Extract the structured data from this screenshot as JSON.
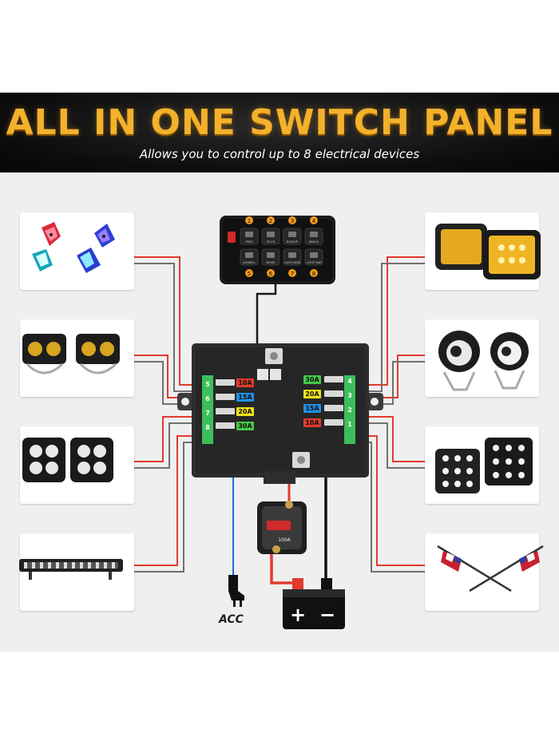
{
  "banner": {
    "title": "ALL IN ONE SWITCH PANEL",
    "subtitle": "Allows you to control up to 8 electrical devices"
  },
  "switch_panel": {
    "top_numbers": [
      "1",
      "2",
      "3",
      "4"
    ],
    "bottom_numbers": [
      "5",
      "6",
      "7",
      "8"
    ],
    "button_labels": [
      "PASS",
      "ROCK",
      "BACKUP",
      "WINCH",
      "LIV/WELL",
      "WORK",
      "LIGHT/HIDE",
      "LIGHT BAR"
    ]
  },
  "fuse_box": {
    "left_fuses": [
      {
        "slot": "5",
        "rating": "10A",
        "color": "#e23a2e"
      },
      {
        "slot": "6",
        "rating": "15A",
        "color": "#1f8fe0"
      },
      {
        "slot": "7",
        "rating": "20A",
        "color": "#f2e21c"
      },
      {
        "slot": "8",
        "rating": "30A",
        "color": "#46c74b"
      }
    ],
    "right_fuses": [
      {
        "slot": "4",
        "rating": "30A",
        "color": "#46c74b"
      },
      {
        "slot": "3",
        "rating": "20A",
        "color": "#f2e21c"
      },
      {
        "slot": "2",
        "rating": "15A",
        "color": "#1f8fe0"
      },
      {
        "slot": "1",
        "rating": "10A",
        "color": "#e23a2e"
      }
    ]
  },
  "breaker": {
    "rating": "100A"
  },
  "battery": {
    "plus": "+",
    "minus": "−"
  },
  "acc_label": "ACC",
  "devices": [
    {
      "id": "rock-lights",
      "icon": "rock-light-icon"
    },
    {
      "id": "yellow-pod-lights",
      "icon": "pod-light-icon"
    },
    {
      "id": "round-led-pods",
      "icon": "led-pod-icon"
    },
    {
      "id": "light-bar",
      "icon": "light-bar-icon"
    },
    {
      "id": "amber-work-lights",
      "icon": "work-light-icon"
    },
    {
      "id": "fog-lights",
      "icon": "fog-light-icon"
    },
    {
      "id": "cube-lights",
      "icon": "cube-light-icon"
    },
    {
      "id": "flag-whips",
      "icon": "flag-whip-icon"
    }
  ],
  "colors": {
    "wire_red": "#e23a2e",
    "wire_gray": "#707070",
    "wire_blue": "#1e6fd8",
    "accent": "#f3b12c"
  }
}
